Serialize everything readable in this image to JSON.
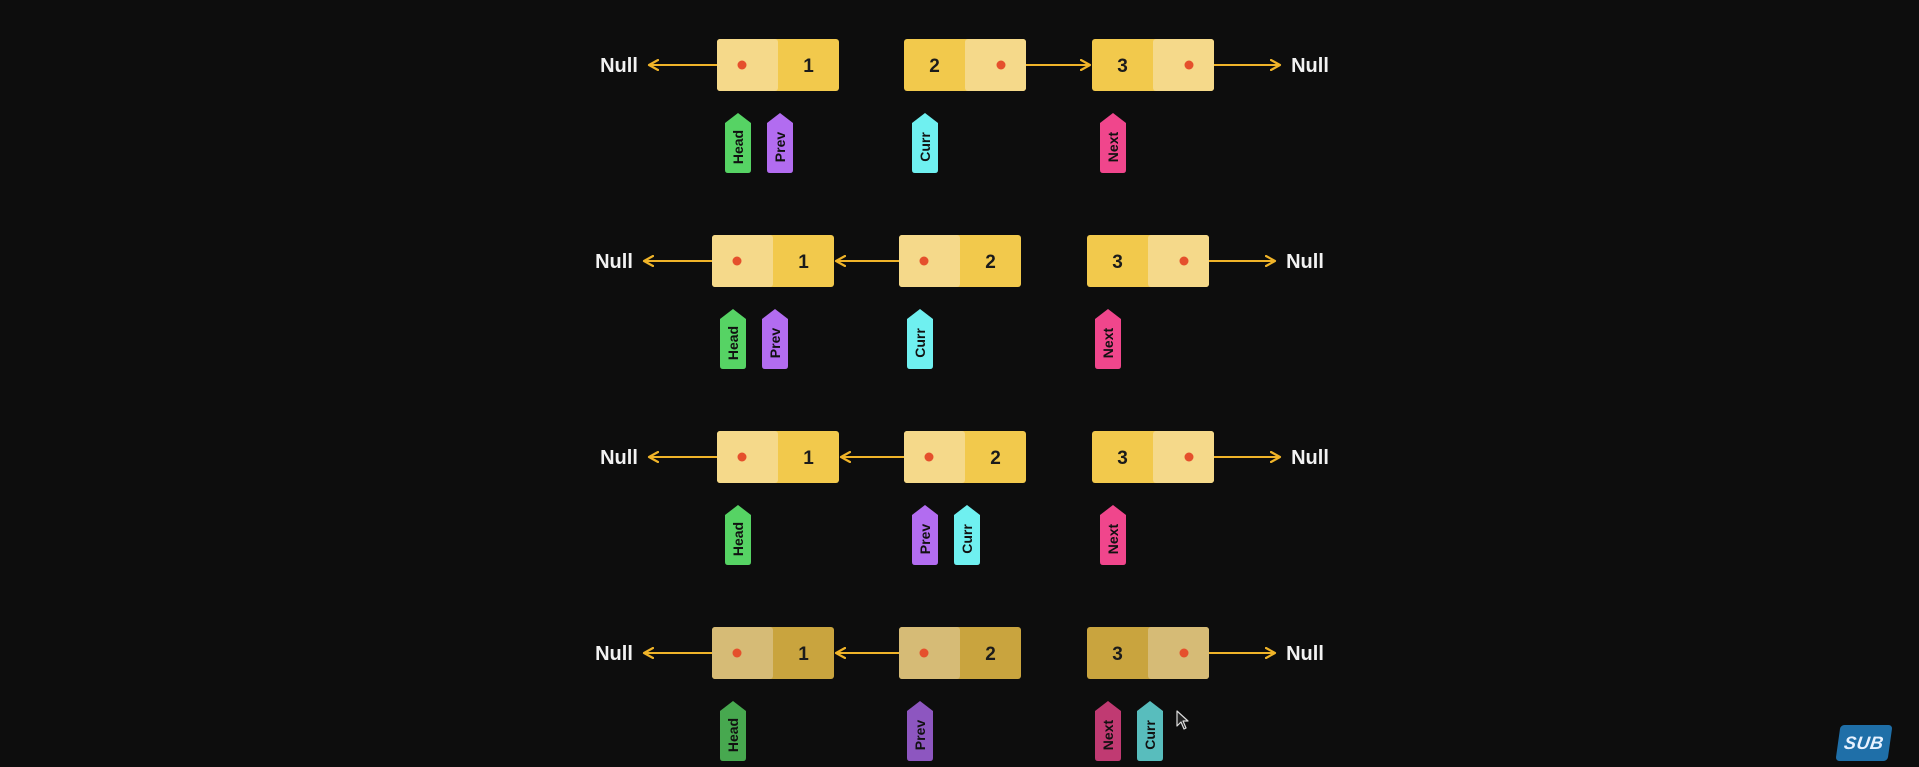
{
  "colors": {
    "background": "#0d0d0d",
    "node_dark": "#f2c94c",
    "node_light": "#f5d98a",
    "node_dim_dark": "#c9a43e",
    "node_dim_light": "#d6bb76",
    "arrow": "#f0b429",
    "link_red": "#e5502c",
    "label_white": "#f2f2f2",
    "head": "#56d364",
    "prev": "#b26cf0",
    "curr": "#6ff0f0",
    "next": "#f0468c",
    "head_dim": "#47a84f",
    "prev_dim": "#8d56c0",
    "curr_dim": "#58bdbd",
    "next_dim": "#c03a72"
  },
  "null_label": "Null",
  "pointer_labels": {
    "head": "Head",
    "prev": "Prev",
    "curr": "Curr",
    "next": "Next"
  },
  "rows": [
    {
      "dimmed": false,
      "nodes": [
        {
          "value": "1",
          "pointer": "left-null"
        },
        {
          "value": "2",
          "pointer": "right-to-next"
        },
        {
          "value": "3",
          "pointer": "right-null"
        }
      ],
      "tags": [
        {
          "ref": "head",
          "node": 0,
          "slot": 0
        },
        {
          "ref": "prev",
          "node": 0,
          "slot": 1
        },
        {
          "ref": "curr",
          "node": 1,
          "slot": 0
        },
        {
          "ref": "next",
          "node": 2,
          "slot": 0
        }
      ]
    },
    {
      "dimmed": false,
      "nodes": [
        {
          "value": "1",
          "pointer": "left-null"
        },
        {
          "value": "2",
          "pointer": "left-to-prev"
        },
        {
          "value": "3",
          "pointer": "right-null"
        }
      ],
      "tags": [
        {
          "ref": "head",
          "node": 0,
          "slot": 0
        },
        {
          "ref": "prev",
          "node": 0,
          "slot": 1
        },
        {
          "ref": "curr",
          "node": 1,
          "slot": 0
        },
        {
          "ref": "next",
          "node": 2,
          "slot": 0
        }
      ]
    },
    {
      "dimmed": false,
      "nodes": [
        {
          "value": "1",
          "pointer": "left-null"
        },
        {
          "value": "2",
          "pointer": "left-to-prev"
        },
        {
          "value": "3",
          "pointer": "right-null"
        }
      ],
      "tags": [
        {
          "ref": "head",
          "node": 0,
          "slot": 0
        },
        {
          "ref": "prev",
          "node": 1,
          "slot": 0
        },
        {
          "ref": "curr",
          "node": 1,
          "slot": 1
        },
        {
          "ref": "next",
          "node": 2,
          "slot": 0
        }
      ]
    },
    {
      "dimmed": true,
      "nodes": [
        {
          "value": "1",
          "pointer": "left-null"
        },
        {
          "value": "2",
          "pointer": "left-to-prev"
        },
        {
          "value": "3",
          "pointer": "right-null"
        }
      ],
      "tags": [
        {
          "ref": "head",
          "node": 0,
          "slot": 0
        },
        {
          "ref": "prev",
          "node": 1,
          "slot": 0
        },
        {
          "ref": "next",
          "node": 2,
          "slot": 0
        },
        {
          "ref": "curr",
          "node": 2,
          "slot": 1
        }
      ]
    }
  ],
  "logo": {
    "text": "SUB",
    "color": "#1f6fa8"
  },
  "cursor_icon": "mouse-pointer-icon"
}
